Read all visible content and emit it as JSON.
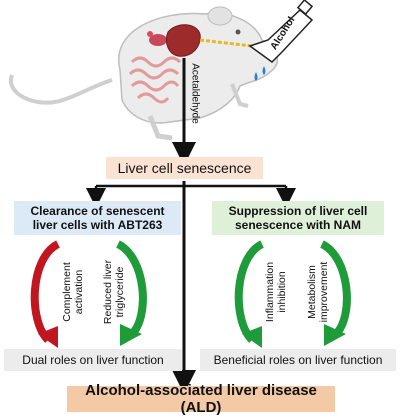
{
  "top": {
    "alcohol_label": "Alcohol",
    "acetaldehyde_label": "Acetaldehyde"
  },
  "senescence": {
    "label": "Liver cell senescence"
  },
  "clearance": {
    "line1": "Clearance of senescent",
    "line2": "liver cells with ABT263"
  },
  "suppression": {
    "line1": "Suppression of liver cell",
    "line2": "senescence with NAM"
  },
  "cycles": {
    "complement": {
      "line1": "Complement",
      "line2": "activation"
    },
    "triglyceride": {
      "line1": "Reduced liver",
      "line2": "triglyceride"
    },
    "inflammation": {
      "line1": "Inflammation",
      "line2": "inhibition"
    },
    "metabolism": {
      "line1": "Metabolism",
      "line2": "improvement"
    }
  },
  "outcomes": {
    "dual": "Dual roles on liver function",
    "beneficial": "Beneficial roles on liver function"
  },
  "ald": {
    "label": "Alcohol-associated liver disease (ALD)"
  },
  "colors": {
    "red_arrow": "#c0161f",
    "green_arrow": "#1f9b3a",
    "box_peach": "#fbe3d3",
    "box_blue": "#dceaf7",
    "box_green": "#dff0d8",
    "box_gray": "#ececec",
    "box_orange": "#f4c9a6"
  }
}
